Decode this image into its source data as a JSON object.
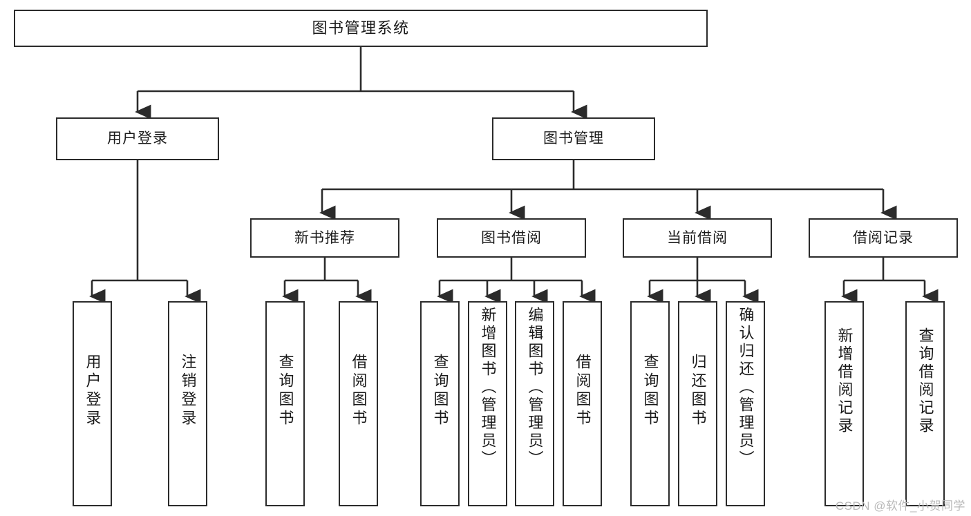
{
  "diagram": {
    "title": "图书管理系统",
    "type": "tree-hierarchy",
    "watermark": "CSDN @软件_小贺同学",
    "colors": {
      "box_border": "#2b2b2b",
      "box_fill": "#ffffff",
      "connector": "#2b2b2b",
      "text": "#1a1a1a",
      "watermark": "#b9b9b9"
    },
    "root": {
      "label": "图书管理系统"
    },
    "level2": [
      {
        "label": "用户登录"
      },
      {
        "label": "图书管理"
      }
    ],
    "level3": [
      {
        "label": "新书推荐"
      },
      {
        "label": "图书借阅"
      },
      {
        "label": "当前借阅"
      },
      {
        "label": "借阅记录"
      }
    ],
    "leaves": {
      "user_login": [
        {
          "label": "用户登录"
        },
        {
          "label": "注销登录"
        }
      ],
      "new_book_recommend": [
        {
          "label": "查询图书"
        },
        {
          "label": "借阅图书"
        }
      ],
      "book_borrow": [
        {
          "label": "查询图书"
        },
        {
          "label": "新增图书（管理员）"
        },
        {
          "label": "编辑图书（管理员）"
        },
        {
          "label": "借阅图书"
        }
      ],
      "current_borrow": [
        {
          "label": "查询图书"
        },
        {
          "label": "归还图书"
        },
        {
          "label": "确认归还（管理员）"
        }
      ],
      "borrow_record": [
        {
          "label": "新增借阅记录"
        },
        {
          "label": "查询借阅记录"
        }
      ]
    }
  }
}
